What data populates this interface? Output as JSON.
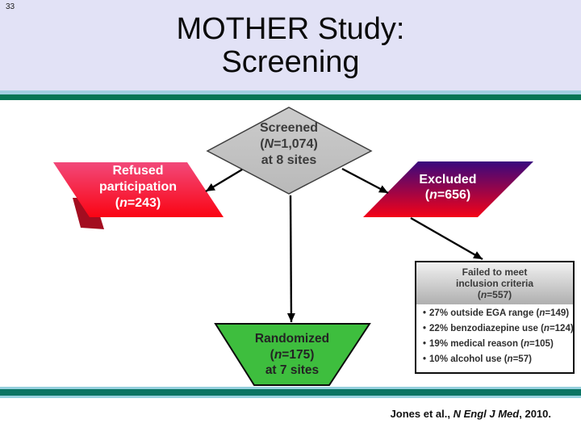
{
  "slide_number": "33",
  "title": {
    "line1": "MOTHER Study:",
    "line2": "Screening"
  },
  "diamond": {
    "line1": "Screened",
    "l2_pre": "(",
    "l2_n": "N",
    "l2_post": "=1,074)",
    "line3": "at 8 sites"
  },
  "refused": {
    "line1": "Refused",
    "line2": "participation",
    "l3_pre": "(",
    "l3_n": "n",
    "l3_post": "=243)"
  },
  "excluded": {
    "line1": "Excluded",
    "l2_pre": "(",
    "l2_n": "n",
    "l2_post": "=656)"
  },
  "failed_box": {
    "header_line1": "Failed to meet",
    "header_line2": "inclusion criteria",
    "h3_pre": "(",
    "h3_n": "n",
    "h3_post": "=557)",
    "bullet_char": "•",
    "bullets": [
      {
        "pre": "27% outside EGA range (",
        "n": "n",
        "post": "=149)"
      },
      {
        "pre": "22% benzodiazepine use (",
        "n": "n",
        "post": "=124)"
      },
      {
        "pre": "19% medical reason (",
        "n": "n",
        "post": "=105)"
      },
      {
        "pre": "10% alcohol use (",
        "n": "n",
        "post": "=57)"
      }
    ]
  },
  "randomized": {
    "line1": "Randomized",
    "l2_pre": "(",
    "l2_n": "n",
    "l2_post": "=175)",
    "line3": "at 7 sites"
  },
  "citation": {
    "pre": "Jones et al., ",
    "journal": "N Engl J Med",
    "post": ", 2010."
  },
  "colors": {
    "header_bg": "#e2e2f6",
    "bar_light_blue": "#a3cfe0",
    "bar_dark_green": "#077553",
    "bar_dark_teal": "#0a7463",
    "diamond_fill": "#c4c4c4",
    "refused_gradient_top": "#f2497a",
    "refused_gradient_bottom": "#fa0413",
    "refused_shadow": "#a30d20",
    "excluded_gradient_top": "#38087e",
    "excluded_gradient_bottom": "#f50217",
    "randomized_fill": "#3ebe3e",
    "failed_header_gradient_top": "#f0f0f0",
    "failed_header_gradient_bottom": "#b0b0b0",
    "arrow_color": "#000000"
  }
}
